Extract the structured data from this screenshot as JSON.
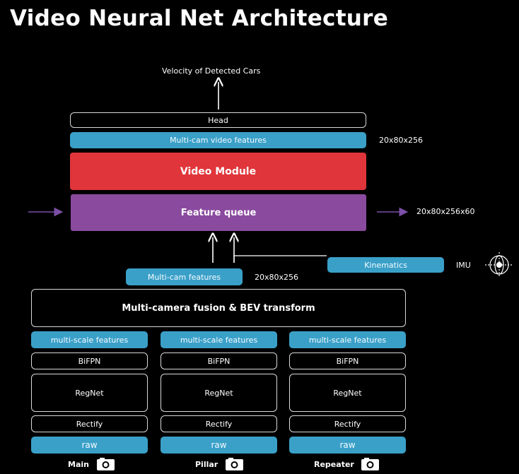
{
  "title": "Video Neural Net Architecture",
  "output_label": "Velocity of Detected Cars",
  "head": "Head",
  "multicam_video_features": "Multi-cam video features",
  "multicam_video_features_dim": "20x80x256",
  "video_module": "Video Module",
  "feature_queue": "Feature queue",
  "feature_queue_dim": "20x80x256x60",
  "kinematics": "Kinematics",
  "imu": "IMU",
  "multicam_features": "Multi-cam features",
  "multicam_features_dim": "20x80x256",
  "fusion": "Multi-camera fusion & BEV transform",
  "columns": [
    {
      "features": "multi-scale features",
      "bifpn": "BiFPN",
      "regnet": "RegNet",
      "rectify": "Rectify",
      "raw": "raw",
      "camera": "Main"
    },
    {
      "features": "multi-scale features",
      "bifpn": "BiFPN",
      "regnet": "RegNet",
      "rectify": "Rectify",
      "raw": "raw",
      "camera": "Pillar"
    },
    {
      "features": "multi-scale features",
      "bifpn": "BiFPN",
      "regnet": "RegNet",
      "rectify": "Rectify",
      "raw": "raw",
      "camera": "Repeater"
    }
  ],
  "icons": {
    "camera": "camera-icon",
    "imu": "gimbal-icon"
  },
  "colors": {
    "blue": "#3aa0c8",
    "red": "#e0353a",
    "purple": "#8a4a9e",
    "arrow_purple": "#7a4fa6"
  }
}
